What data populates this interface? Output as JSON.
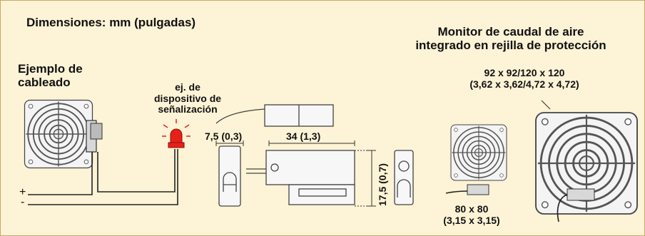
{
  "labels": {
    "dimensions": "Dimensiones: mm (pulgadas)",
    "monitor_line1": "Monitor de caudal de aire",
    "monitor_line2": "integrado en rejilla de protección",
    "wiring_line1": "Ejemplo de",
    "wiring_line2": "cableado",
    "signal_line1": "ej. de",
    "signal_line2": "dispositivo de",
    "signal_line3": "señalización",
    "big_size_line1": "92 x 92/120 x 120",
    "big_size_line2": "(3,62 x 3,62/4,72 x 4,72)",
    "small_size_line1": "80 x 80",
    "small_size_line2": "(3,15 x 3,15)",
    "dim_width": "7,5 (0,3)",
    "dim_length": "34 (1,3)",
    "dim_height": "17,5 (0,7)",
    "plus": "+",
    "minus": "-"
  },
  "colors": {
    "background": "#fdf3d6",
    "border": "#c9a86a",
    "lamp": "#e8201a",
    "grille": "#cccccc",
    "sensor": "#d8d8d8"
  }
}
